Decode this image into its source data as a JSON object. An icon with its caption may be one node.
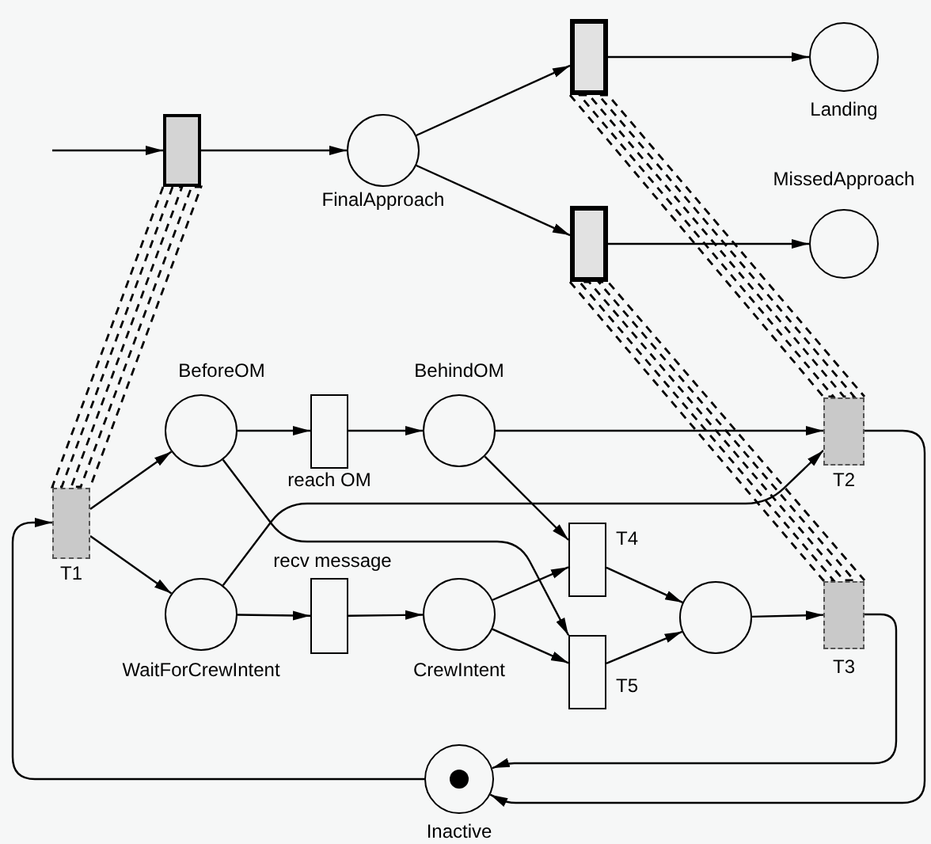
{
  "diagram": {
    "nodes": [
      {
        "text": [],
        "shape": "box"
      },
      {
        "text": [
          "FinalApproach"
        ]
      },
      {
        "text": [],
        "shape": "box"
      },
      {
        "text": [
          "Landing"
        ]
      },
      {
        "text": [],
        "shape": "box"
      },
      {
        "text": [
          "MissedApproach"
        ]
      },
      {
        "text": [
          "BeforeOM"
        ]
      },
      {
        "text": [
          "reach OM"
        ]
      },
      {
        "text": [
          "BehindOM"
        ]
      },
      {
        "text": [
          "T2"
        ]
      },
      {
        "text": [
          "T1"
        ]
      },
      {
        "text": [
          "WaitForCrewIntent"
        ]
      },
      {
        "text": [
          "recv message"
        ]
      },
      {
        "text": [
          "CrewIntent"
        ]
      },
      {
        "text": [
          "T4"
        ]
      },
      {
        "text": [
          "T5"
        ]
      },
      {
        "text": [],
        "shape": "circle"
      },
      {
        "text": [
          "T3"
        ]
      },
      {
        "text": [
          "Inactive"
        ]
      }
    ],
    "edges": [
      {
        "from": null,
        "to": 0,
        "arrow": "to"
      },
      {
        "from": 0,
        "to": 1,
        "arrow": "to"
      },
      {
        "from": 1,
        "to": 2,
        "arrow": "to"
      },
      {
        "from": 1,
        "to": 4,
        "arrow": "to"
      },
      {
        "from": 2,
        "to": 3,
        "arrow": "to"
      },
      {
        "from": 4,
        "to": 5,
        "arrow": "to"
      },
      {
        "from": 10,
        "to": 6,
        "arrow": "to"
      },
      {
        "from": 10,
        "to": 11,
        "arrow": "to"
      },
      {
        "from": 6,
        "to": 7,
        "arrow": "to"
      },
      {
        "from": 7,
        "to": 8,
        "arrow": "to"
      },
      {
        "from": 8,
        "to": 9,
        "arrow": "to"
      },
      {
        "from": 11,
        "to": 9,
        "arrow": "to"
      },
      {
        "from": 6,
        "to": 15,
        "arrow": "to"
      },
      {
        "from": 8,
        "to": 14,
        "arrow": "to"
      },
      {
        "from": 11,
        "to": 12,
        "arrow": "to"
      },
      {
        "from": 12,
        "to": 13,
        "arrow": "to"
      },
      {
        "from": 13,
        "to": 14,
        "arrow": "to"
      },
      {
        "from": 13,
        "to": 15,
        "arrow": "to"
      },
      {
        "from": 14,
        "to": 16,
        "arrow": "to"
      },
      {
        "from": 15,
        "to": 16,
        "arrow": "to"
      },
      {
        "from": 16,
        "to": 17,
        "arrow": "to"
      },
      {
        "from": 17,
        "to": 18,
        "arrow": "to"
      },
      {
        "from": 9,
        "to": 18,
        "arrow": "to"
      },
      {
        "from": 18,
        "to": 10,
        "arrow": "to"
      },
      {
        "from": 0,
        "to": 10,
        "arrow": "none",
        "style": "dashed"
      },
      {
        "from": 2,
        "to": 9,
        "arrow": "none",
        "style": "dashed"
      },
      {
        "from": 4,
        "to": 17,
        "arrow": "none",
        "style": "dashed"
      }
    ]
  }
}
